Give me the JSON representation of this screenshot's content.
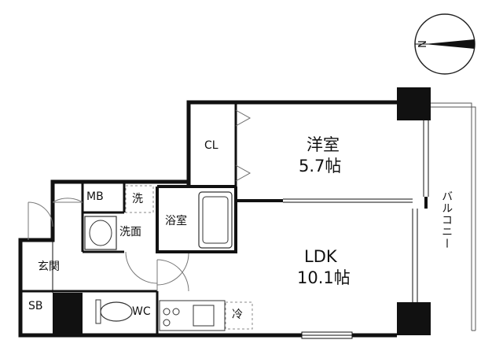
{
  "compass": {
    "north_label": "N"
  },
  "rooms": {
    "western_room": {
      "name": "洋室",
      "size": "5.7帖"
    },
    "ldk": {
      "name": "LDK",
      "size": "10.1帖"
    },
    "closet": "CL",
    "bath": "浴室",
    "washroom": "洗面",
    "entrance": "玄関",
    "toilet": "WC",
    "meter_box": "MB",
    "shoe_box": "SB",
    "washer_space": "洗",
    "fridge_space": "冷",
    "balcony": "バルコニー"
  }
}
